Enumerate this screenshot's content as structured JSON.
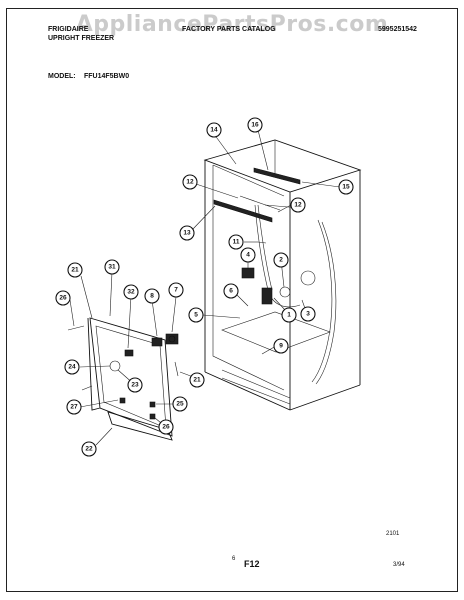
{
  "watermark": "AppliancePartsPros.com",
  "header": {
    "brand": "FRIGIDAIRE",
    "product": "UPRIGHT FREEZER",
    "catalog": "FACTORY PARTS CATALOG",
    "part_number": "5995251542"
  },
  "model": {
    "label": "MODEL:",
    "value": "FFU14F5BW0"
  },
  "footer": {
    "page_code": "2101",
    "sheet": "6",
    "figure": "F12",
    "date": "3/94"
  },
  "callouts": [
    "1",
    "2",
    "3",
    "4",
    "5",
    "6",
    "7",
    "8",
    "9",
    "11",
    "12",
    "13",
    "14",
    "15",
    "16",
    "21",
    "22",
    "23",
    "24",
    "25",
    "26",
    "27",
    "31",
    "32"
  ]
}
